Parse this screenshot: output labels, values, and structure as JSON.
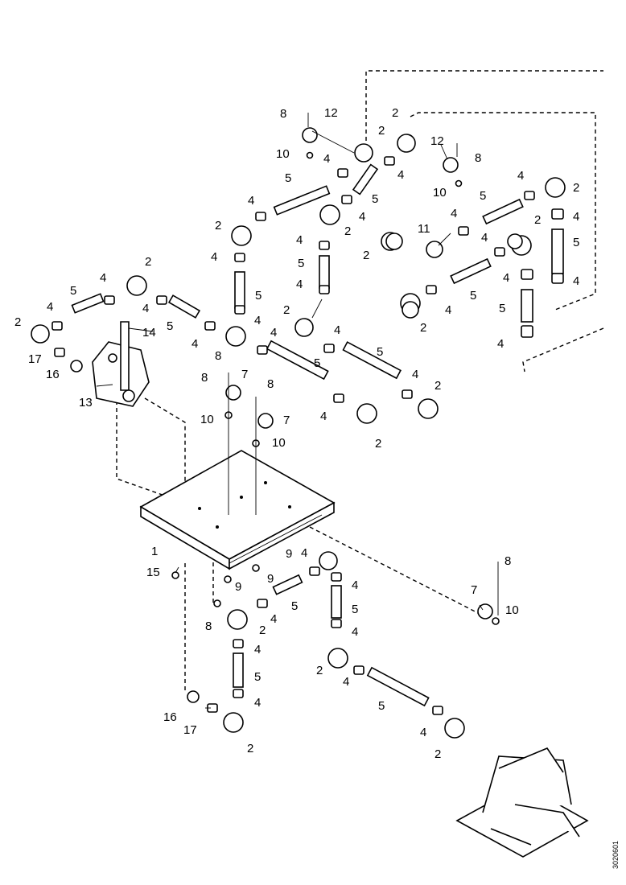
{
  "figure_id": "3020601",
  "callouts": [
    {
      "id": "c1",
      "text": "1"
    },
    {
      "id": "c2",
      "text": "2"
    },
    {
      "id": "c4",
      "text": "4"
    },
    {
      "id": "c5",
      "text": "5"
    },
    {
      "id": "c7",
      "text": "7"
    },
    {
      "id": "c8",
      "text": "8"
    },
    {
      "id": "c9",
      "text": "9"
    },
    {
      "id": "c10",
      "text": "10"
    },
    {
      "id": "c11",
      "text": "11"
    },
    {
      "id": "c12",
      "text": "12"
    },
    {
      "id": "c13",
      "text": "13"
    },
    {
      "id": "c14",
      "text": "14"
    },
    {
      "id": "c15",
      "text": "15"
    },
    {
      "id": "c16",
      "text": "16"
    },
    {
      "id": "c17",
      "text": "17"
    }
  ],
  "parts": {
    "plate": "base-plate",
    "elbow": "elbow-fitting",
    "coupler": "hose-coupler",
    "hose": "straight-hose",
    "clamp": "hose-clamp",
    "screw": "screw",
    "washer": "washer",
    "valve": "valve-block",
    "bracket": "bracket"
  }
}
